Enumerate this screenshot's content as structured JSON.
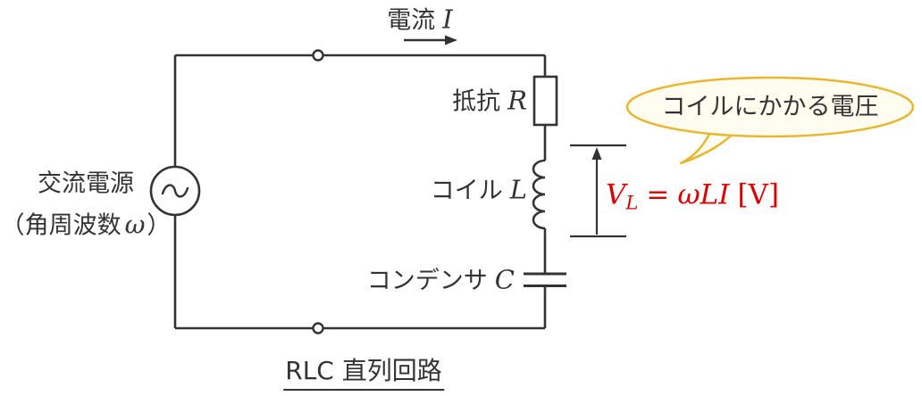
{
  "colors": {
    "line": "#333333",
    "text": "#333333",
    "formula_red": "#dd0000",
    "bubble_border": "#e8b72e",
    "bubble_fill": "#fffcf0"
  },
  "labels": {
    "current": {
      "text": "電流",
      "var": "I"
    },
    "resistor": {
      "text": "抵抗",
      "var": "R"
    },
    "coil": {
      "text": "コイル",
      "var": "L"
    },
    "capacitor": {
      "text": "コンデンサ",
      "var": "C"
    },
    "source_line1": "交流電源",
    "source_line2_pre": "（角周波数",
    "source_line2_var": "ω",
    "source_line2_post": "）"
  },
  "bubble": {
    "text": "コイルにかかる電圧"
  },
  "formula": {
    "lhs": "V",
    "sub": "L",
    "eq": "=",
    "rhs": "ωLI",
    "unit": "[V]"
  },
  "title": "RLC 直列回路"
}
